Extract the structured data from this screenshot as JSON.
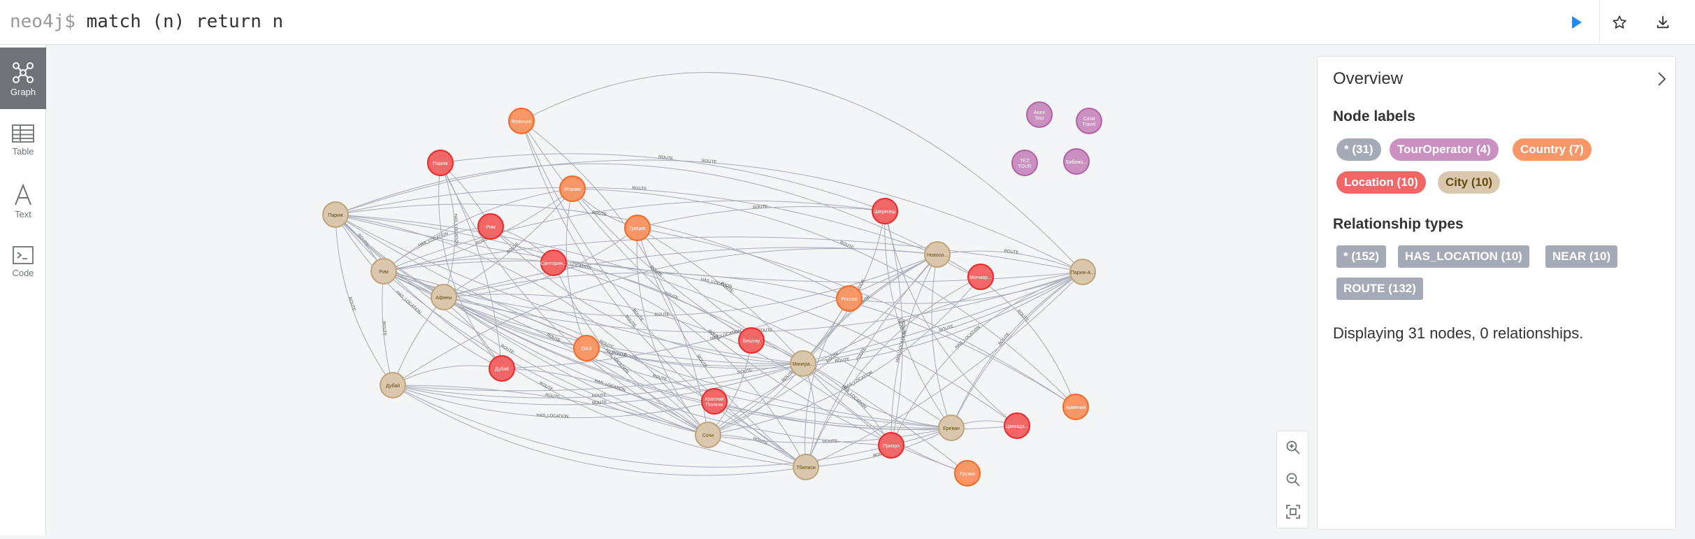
{
  "query": {
    "prompt": "neo4j$",
    "text": "match (n) return n",
    "run_icon": "play-icon",
    "favorite_icon": "star-icon",
    "download_icon": "download-icon",
    "colors": {
      "run": "#1a8cff"
    }
  },
  "sidebar": {
    "items": [
      {
        "label": "Graph",
        "icon": "graph-icon",
        "active": true
      },
      {
        "label": "Table",
        "icon": "table-icon",
        "active": false
      },
      {
        "label": "Text",
        "icon": "text-icon",
        "active": false
      },
      {
        "label": "Code",
        "icon": "code-icon",
        "active": false
      }
    ]
  },
  "graph": {
    "colors": {
      "City": "#d9c8ae",
      "City_stroke": "#c0a378",
      "Country": "#f79767",
      "Country_stroke": "#f36924",
      "Location": "#f16667",
      "Location_stroke": "#eb2728",
      "TourOperator": "#c990c0",
      "TourOperator_stroke": "#b261a5",
      "edge": "#a5abb6"
    },
    "nodes": [
      {
        "label": "Париж",
        "type": "City"
      },
      {
        "label": "Рим",
        "type": "City"
      },
      {
        "label": "Афины",
        "type": "City"
      },
      {
        "label": "Дубай",
        "type": "City"
      },
      {
        "label": "Сочи",
        "type": "City"
      },
      {
        "label": "Тбилиси",
        "type": "City"
      },
      {
        "label": "Минера...",
        "type": "City"
      },
      {
        "label": "Новоси...",
        "type": "City"
      },
      {
        "label": "Париж-А...",
        "type": "City"
      },
      {
        "label": "Ереван",
        "type": "City"
      },
      {
        "label": "Франция",
        "type": "Country"
      },
      {
        "label": "Италия",
        "type": "Country"
      },
      {
        "label": "Греция",
        "type": "Country"
      },
      {
        "label": "ОАЭ",
        "type": "Country"
      },
      {
        "label": "Россия",
        "type": "Country"
      },
      {
        "label": "Армения",
        "type": "Country"
      },
      {
        "label": "Грузия",
        "type": "Country"
      },
      {
        "label": "Париж",
        "type": "Location"
      },
      {
        "label": "Рим",
        "type": "Location"
      },
      {
        "label": "Санторин...",
        "type": "Location"
      },
      {
        "label": "Дубай",
        "type": "Location"
      },
      {
        "label": "Красная Поляна",
        "type": "Location"
      },
      {
        "label": "Бештау",
        "type": "Location"
      },
      {
        "label": "Шерегеш",
        "type": "Location"
      },
      {
        "label": "Монмар...",
        "type": "Location"
      },
      {
        "label": "Приэрэ",
        "type": "Location"
      },
      {
        "label": "Цахкадз...",
        "type": "Location"
      },
      {
        "label": "Anex Tour",
        "type": "TourOperator"
      },
      {
        "label": "Coral Travel",
        "type": "TourOperator"
      },
      {
        "label": "TEZ TOUR",
        "type": "TourOperator"
      },
      {
        "label": "Библио...",
        "type": "TourOperator"
      }
    ],
    "edge_labels": [
      "ROUTE",
      "HAS_LOCATION",
      "NEAR"
    ]
  },
  "zoom": {
    "in_icon": "zoom-in-icon",
    "out_icon": "zoom-out-icon",
    "fit_icon": "fit-screen-icon"
  },
  "overview": {
    "title": "Overview",
    "collapse_icon": "chevron-right-icon",
    "node_labels_title": "Node labels",
    "node_labels": [
      {
        "text": "* (31)",
        "color": "#a5abb6",
        "text_color": "#ffffff"
      },
      {
        "text": "TourOperator (4)",
        "color": "#c990c0",
        "text_color": "#ffffff"
      },
      {
        "text": "Country (7)",
        "color": "#f79767",
        "text_color": "#ffffff"
      },
      {
        "text": "Location (10)",
        "color": "#f16667",
        "text_color": "#ffffff"
      },
      {
        "text": "City (10)",
        "color": "#d9c8ae",
        "text_color": "#604a0e"
      }
    ],
    "relationship_types_title": "Relationship types",
    "relationship_types": [
      {
        "text": "* (152)"
      },
      {
        "text": "HAS_LOCATION (10)"
      },
      {
        "text": "NEAR (10)"
      },
      {
        "text": "ROUTE (132)"
      }
    ],
    "status": "Displaying 31 nodes, 0 relationships."
  }
}
